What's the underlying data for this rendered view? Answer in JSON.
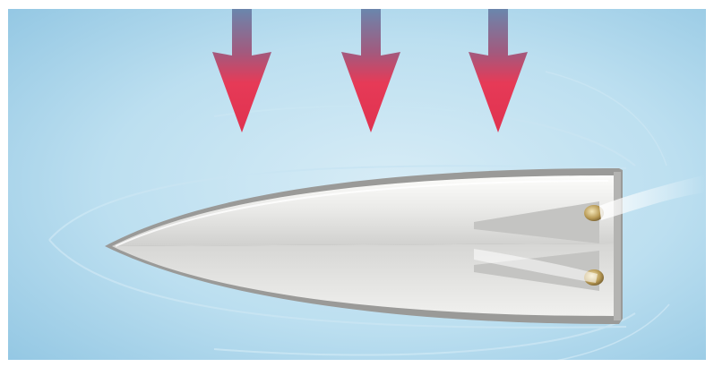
{
  "scene": {
    "colors": {
      "water_light": "#d7ecf6",
      "water_mid": "#a9d3ea",
      "water_dark": "#8cc3e1",
      "wake_line": "#c2e1f1",
      "arrow_top": "#6a86ad",
      "arrow_bottom": "#e63a57",
      "hull_light": "#f6f6f4",
      "hull_mid": "#d8d8d6",
      "hull_dark": "#9a9a98",
      "spray": "#ffffff",
      "nozzle": "#b89a55"
    },
    "arrows": [
      {
        "name": "force-arrow-left",
        "direction": "down"
      },
      {
        "name": "force-arrow-center",
        "direction": "down"
      },
      {
        "name": "force-arrow-right",
        "direction": "down"
      }
    ],
    "objects": {
      "hull": "boat-hull-top-view",
      "jets": [
        "water-jet-upper",
        "water-jet-lower"
      ]
    }
  }
}
